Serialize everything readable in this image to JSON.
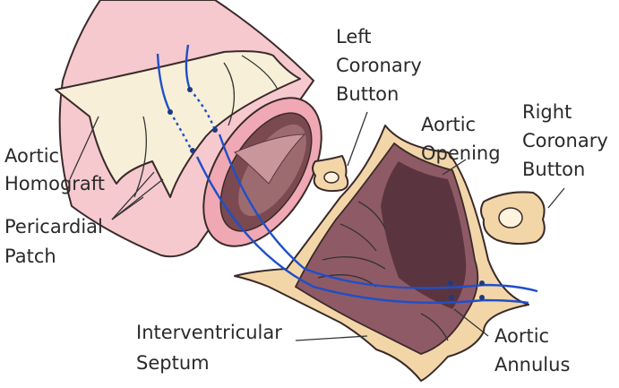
{
  "labels": {
    "aortic_homograft": [
      "Aortic",
      "Homograft"
    ],
    "pericardial_patch": [
      "Pericardial",
      "Patch"
    ],
    "left_coronary_button": [
      "Left",
      "Coronary",
      "Button"
    ],
    "aortic_opening": [
      "Aortic",
      "Opening"
    ],
    "right_coronary_button": [
      "Right",
      "Coronary",
      "Button"
    ],
    "interventricular_septum": [
      "Interventricular",
      "Septum"
    ],
    "aortic_annulus": [
      "Aortic",
      "Annulus"
    ]
  },
  "colors": {
    "homograft_pink": "#f6c9cf",
    "homograft_rim": "#f0a9b4",
    "lumen_dark": "#7a4a50",
    "patch_cream": "#f7efd7",
    "tissue_tan": "#f3d6a8",
    "cavity_mauve": "#8e5a66",
    "cavity_dark": "#5a3540",
    "suture_blue": "#1f4fc8"
  }
}
